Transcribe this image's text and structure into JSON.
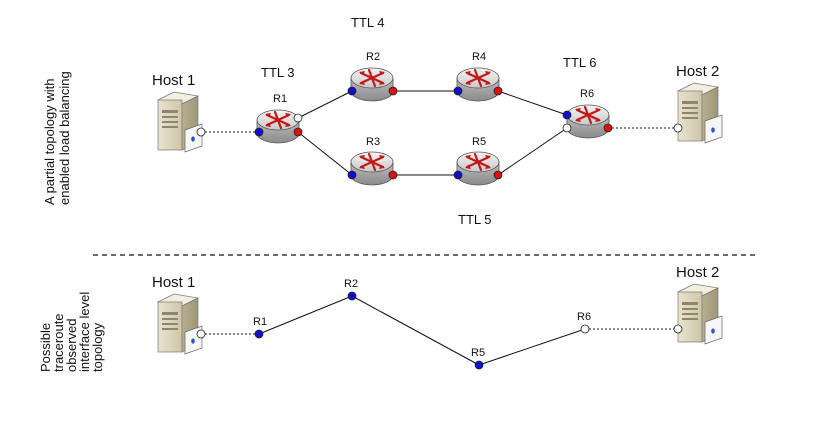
{
  "top": {
    "side_label": [
      "A partial topology with",
      "enabled load balancing"
    ],
    "hosts": {
      "h1": "Host 1",
      "h2": "Host 2"
    },
    "ttl": {
      "t3": "TTL 3",
      "t4": "TTL 4",
      "t5": "TTL 5",
      "t6": "TTL 6"
    },
    "routers": {
      "r1": "R1",
      "r2": "R2",
      "r3": "R3",
      "r4": "R4",
      "r5": "R5",
      "r6": "R6"
    }
  },
  "bottom": {
    "side_label": [
      "Possible",
      "traceroute",
      "observed",
      "interface level",
      "topology"
    ],
    "hosts": {
      "h1": "Host 1",
      "h2": "Host 2"
    },
    "nodes": {
      "r1": "R1",
      "r2": "R2",
      "r5": "R5",
      "r6": "R6"
    }
  },
  "colors": {
    "interface_blue": "#1010cc",
    "interface_red": "#dd1111",
    "interface_white": "#ffffff",
    "router_arrows": "#cc1a1a"
  }
}
